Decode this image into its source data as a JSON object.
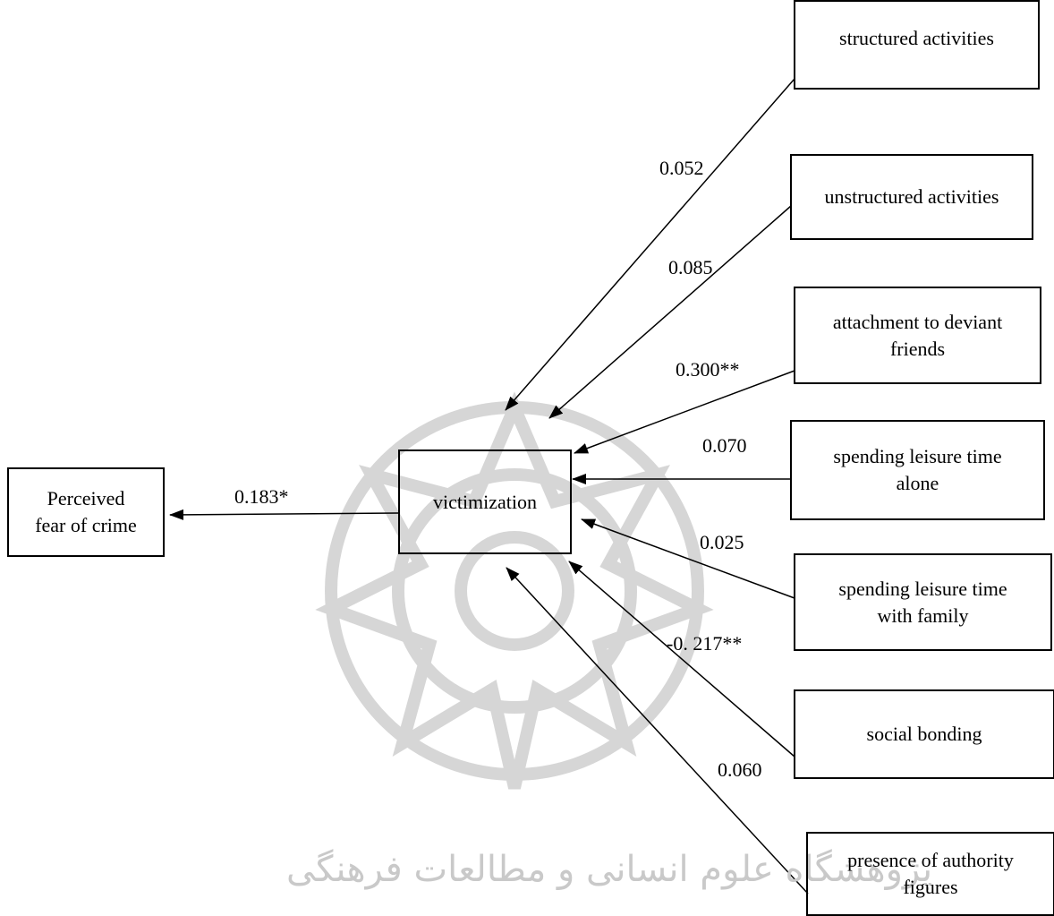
{
  "diagram": {
    "outcome": "Perceived\nfear of crime",
    "mediator": "victimization",
    "mediator_to_outcome": "0.183*",
    "predictors": [
      {
        "label": "structured activities",
        "coef": "0.052"
      },
      {
        "label": "unstructured activities",
        "coef": "0.085"
      },
      {
        "label": "attachment to deviant\nfriends",
        "coef": "0.300**"
      },
      {
        "label": "spending leisure time\nalone",
        "coef": "0.070"
      },
      {
        "label": "spending leisure time\nwith family",
        "coef": "0.025"
      },
      {
        "label": "social bonding",
        "coef": "-0. 217**"
      },
      {
        "label": "presence of authority\nfigures",
        "coef": "0.060"
      }
    ]
  },
  "watermark": {
    "text": "پژوهشگاه علوم انسانی و مطالعات فرهنگی",
    "color": "#c9c9c9"
  }
}
